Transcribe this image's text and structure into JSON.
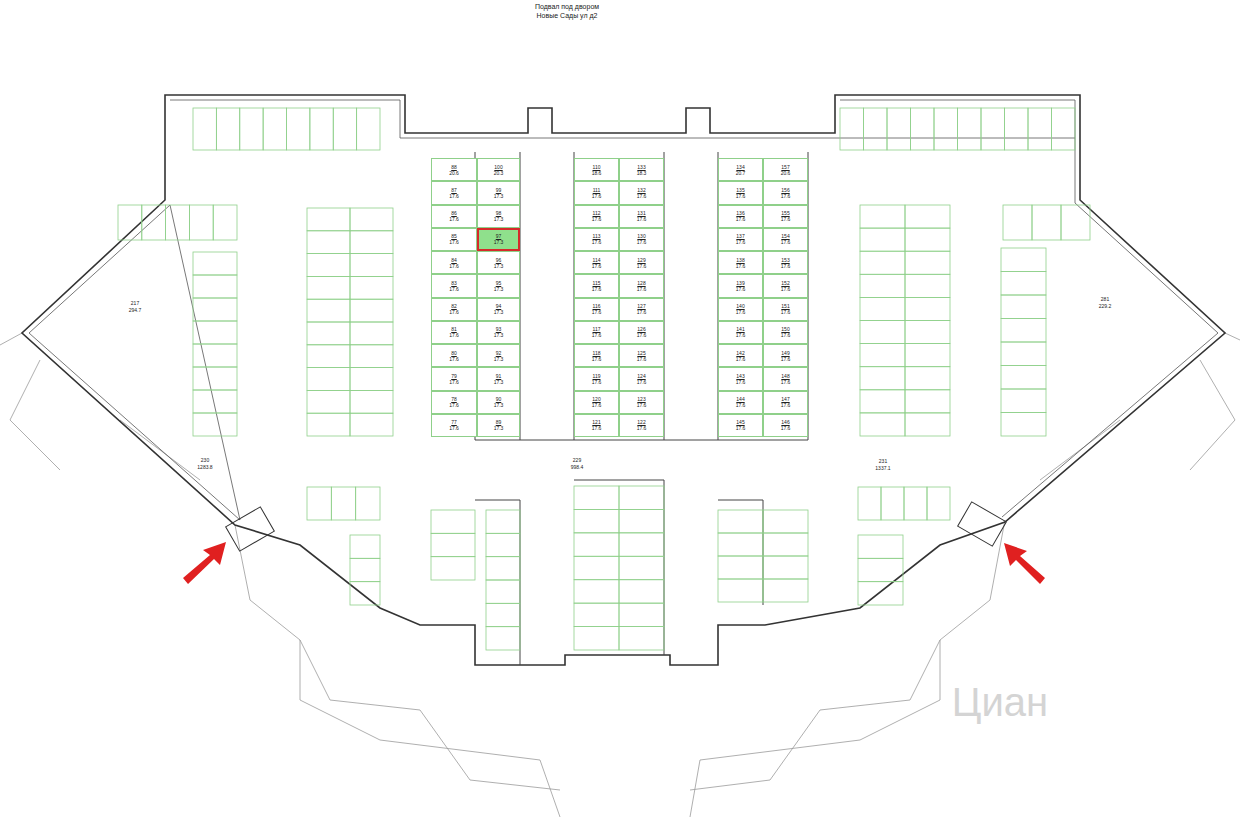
{
  "diagram": {
    "title": "Подвал под двором",
    "nodes": [
      {
        "text": [
          "88",
          "20.6"
        ]
      },
      {
        "text": [
          "87",
          "17.6"
        ]
      },
      {
        "text": [
          "86",
          "17.6"
        ]
      },
      {
        "text": [
          "85",
          "17.6"
        ]
      },
      {
        "text": [
          "84",
          "17.6"
        ]
      },
      {
        "text": [
          "83",
          "17.6"
        ]
      },
      {
        "text": [
          "82",
          "17.6"
        ]
      },
      {
        "text": [
          "81",
          "17.6"
        ]
      },
      {
        "text": [
          "80",
          "17.6"
        ]
      },
      {
        "text": [
          "79",
          "17.6"
        ]
      },
      {
        "text": [
          "78",
          "17.6"
        ]
      },
      {
        "text": [
          "77",
          "17.6"
        ]
      },
      {
        "text": [
          "100",
          "20.3"
        ]
      },
      {
        "text": [
          "99",
          "17.3"
        ]
      },
      {
        "text": [
          "98",
          "17.3"
        ]
      },
      {
        "text": [
          "97",
          "17.3"
        ]
      },
      {
        "text": [
          "96",
          "17.3"
        ]
      },
      {
        "text": [
          "95",
          "17.3"
        ]
      },
      {
        "text": [
          "94",
          "17.3"
        ]
      },
      {
        "text": [
          "93",
          "17.3"
        ]
      },
      {
        "text": [
          "92",
          "17.3"
        ]
      },
      {
        "text": [
          "91",
          "17.3"
        ]
      },
      {
        "text": [
          "90",
          "17.3"
        ]
      },
      {
        "text": [
          "89",
          "17.3"
        ]
      },
      {
        "text": [
          "110",
          "18.6"
        ]
      },
      {
        "text": [
          "111",
          "17.6"
        ]
      },
      {
        "text": [
          "112",
          "17.6"
        ]
      },
      {
        "text": [
          "113",
          "17.6"
        ]
      },
      {
        "text": [
          "114",
          "17.6"
        ]
      },
      {
        "text": [
          "115",
          "17.6"
        ]
      },
      {
        "text": [
          "116",
          "17.6"
        ]
      },
      {
        "text": [
          "117",
          "17.6"
        ]
      },
      {
        "text": [
          "118",
          "17.6"
        ]
      },
      {
        "text": [
          "119",
          "17.6"
        ]
      },
      {
        "text": [
          "120",
          "17.6"
        ]
      },
      {
        "text": [
          "121",
          "17.6"
        ]
      },
      {
        "text": [
          "133",
          "18.3"
        ]
      },
      {
        "text": [
          "132",
          "17.6"
        ]
      },
      {
        "text": [
          "131",
          "17.6"
        ]
      },
      {
        "text": [
          "130",
          "17.6"
        ]
      },
      {
        "text": [
          "129",
          "17.6"
        ]
      },
      {
        "text": [
          "128",
          "17.6"
        ]
      },
      {
        "text": [
          "127",
          "17.6"
        ]
      },
      {
        "text": [
          "126",
          "17.6"
        ]
      },
      {
        "text": [
          "125",
          "17.6"
        ]
      },
      {
        "text": [
          "124",
          "17.6"
        ]
      },
      {
        "text": [
          "123",
          "17.6"
        ]
      },
      {
        "text": [
          "122",
          "17.6"
        ]
      },
      {
        "text": [
          "134",
          "20.7"
        ]
      },
      {
        "text": [
          "135",
          "17.6"
        ]
      },
      {
        "text": [
          "136",
          "17.6"
        ]
      },
      {
        "text": [
          "137",
          "17.6"
        ]
      },
      {
        "text": [
          "138",
          "17.6"
        ]
      },
      {
        "text": [
          "139",
          "17.6"
        ]
      },
      {
        "text": [
          "140",
          "17.6"
        ]
      },
      {
        "text": [
          "141",
          "17.6"
        ]
      },
      {
        "text": [
          "142",
          "17.6"
        ]
      },
      {
        "text": [
          "143",
          "17.6"
        ]
      },
      {
        "text": [
          "144",
          "17.6"
        ]
      },
      {
        "text": [
          "145",
          "17.6"
        ]
      },
      {
        "text": [
          "157",
          "20.6"
        ]
      },
      {
        "text": [
          "156",
          "17.6"
        ]
      },
      {
        "text": [
          "155",
          "17.6"
        ]
      },
      {
        "text": [
          "154",
          "17.6"
        ]
      },
      {
        "text": [
          "153",
          "17.6"
        ]
      },
      {
        "text": [
          "152",
          "17.6"
        ]
      },
      {
        "text": [
          "151",
          "17.6"
        ]
      },
      {
        "text": [
          "150",
          "17.6"
        ]
      },
      {
        "text": [
          "149",
          "17.6"
        ]
      },
      {
        "text": [
          "148",
          "17.6"
        ]
      },
      {
        "text": [
          "147",
          "17.6"
        ]
      },
      {
        "text": [
          "146",
          "17.6"
        ]
      }
    ],
    "labels": [
      "Новые Сады ул д2",
      "229",
      "998.4",
      "230",
      "1283.8",
      "231",
      "1337.1",
      "217",
      "294.7",
      "281",
      "229.2",
      "Циан"
    ]
  }
}
